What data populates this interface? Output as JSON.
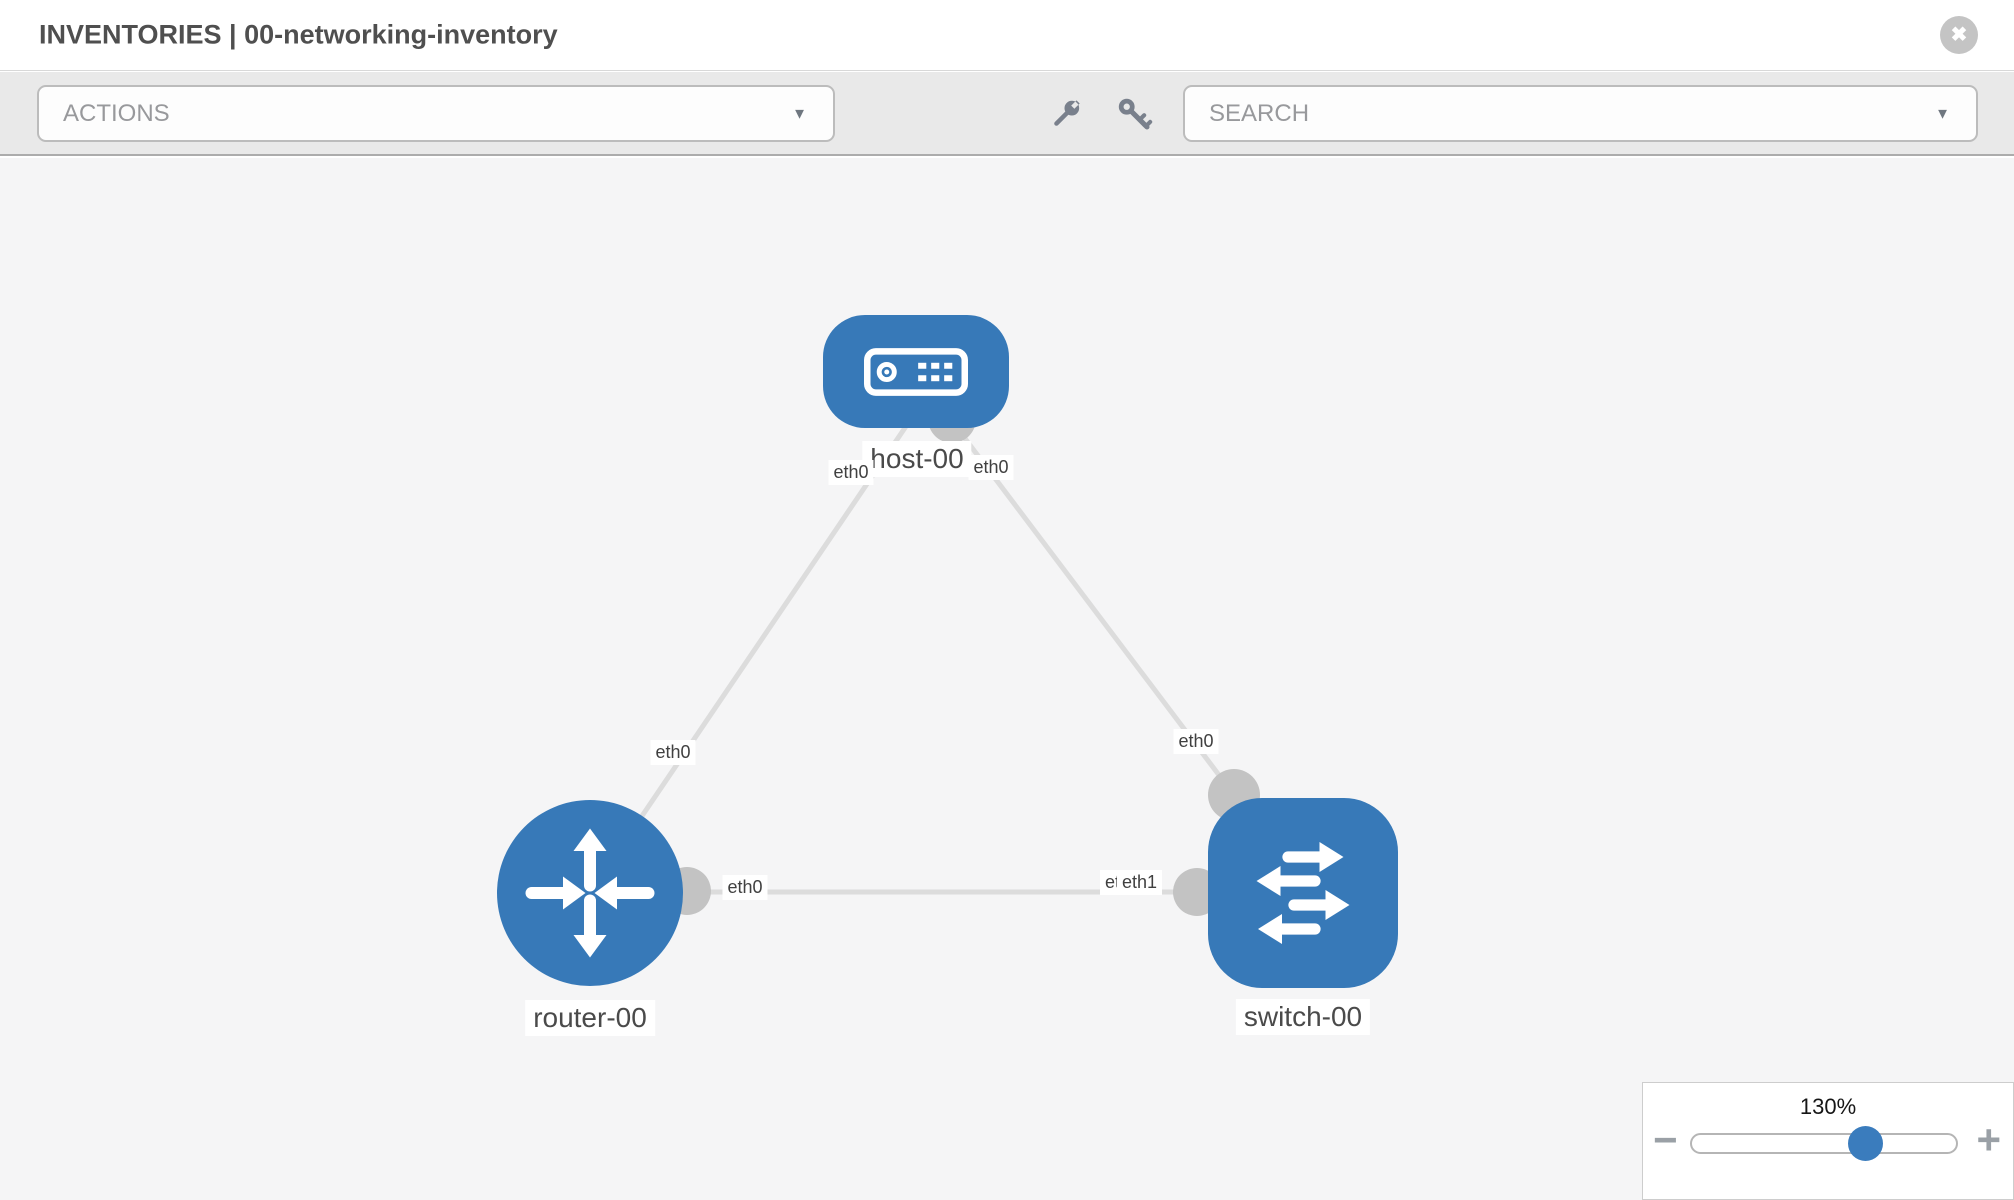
{
  "header": {
    "title": "INVENTORIES | 00-networking-inventory",
    "close_glyph": "✖"
  },
  "toolbar": {
    "actions_label": "ACTIONS",
    "search_placeholder": "SEARCH",
    "caret_glyph": "▼",
    "icons": [
      "wrench-icon",
      "key-icon"
    ]
  },
  "topology": {
    "nodes": [
      {
        "id": "host-00",
        "type": "host",
        "label": "host-00"
      },
      {
        "id": "router-00",
        "type": "router",
        "label": "router-00"
      },
      {
        "id": "switch-00",
        "type": "switch",
        "label": "switch-00"
      }
    ],
    "links": [
      {
        "from": "host-00",
        "to": "router-00",
        "from_if": "eth0",
        "to_if": "eth0"
      },
      {
        "from": "host-00",
        "to": "switch-00",
        "from_if": "eth0",
        "to_if": "eth0"
      },
      {
        "from": "router-00",
        "to": "switch-00",
        "from_if": "eth0",
        "to_if": "eth1"
      }
    ],
    "interface_labels": {
      "host_left": "eth0",
      "host_right": "eth0",
      "router_top": "eth0",
      "switch_top": "eth0",
      "router_port": "eth0",
      "switch_port_back": "eth0",
      "switch_port_front": "eth1"
    }
  },
  "zoom_control": {
    "value": "130%",
    "minus_glyph": "−",
    "plus_glyph": "+"
  },
  "colors": {
    "node_blue": "#3779b8",
    "link_gray": "#dcdcdc",
    "connector_gray": "#c3c3c3",
    "thumb_blue": "#3a7cbd",
    "toolbar_bg": "#e9e9e9",
    "canvas_bg": "#f5f5f6"
  }
}
